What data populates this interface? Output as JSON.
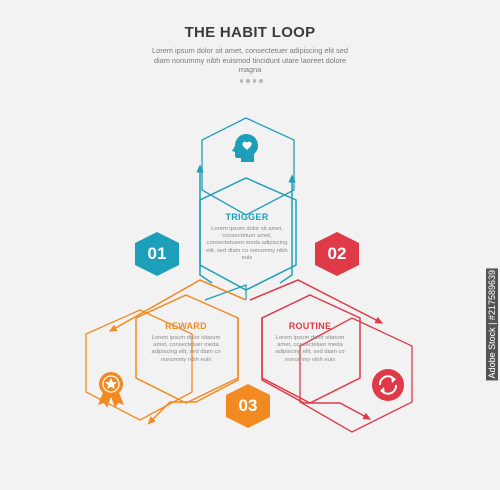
{
  "header": {
    "title": "THE HABIT LOOP",
    "subtitle": "Lorem ipsum dolor sit amet, consectetuer adipiscing elit sed diam nonummy nibh euismod tincidunt utare laoreet dolore magna"
  },
  "colors": {
    "trigger": "#1e9fb9",
    "routine": "#e03a48",
    "reward": "#f28a22",
    "background": "#f2f2f2"
  },
  "stages": {
    "trigger": {
      "label": "TRIGGER",
      "number": "01",
      "icon": "head-heart-icon",
      "desc": "Lorem ipsum dolor sit amet, consectetuer amet, consectetuesn meda adipiscing elit, sed diam co nonummy nibh euis"
    },
    "routine": {
      "label": "ROUTINE",
      "number": "02",
      "icon": "cycle-arrows-icon",
      "desc": "Lorem ipsum dolor sitarum amet, consectetuer meda adipiscing elit, sed diam co nonummy nibh euis"
    },
    "reward": {
      "label": "REWARD",
      "number": "03",
      "icon": "medal-star-icon",
      "desc": "Lorem ipsum dolor sitarum amet, consectetuer meda adipiscing elit, sed diam co nonummy nibh euis"
    }
  },
  "watermark": "Adobe Stock | #217589639"
}
